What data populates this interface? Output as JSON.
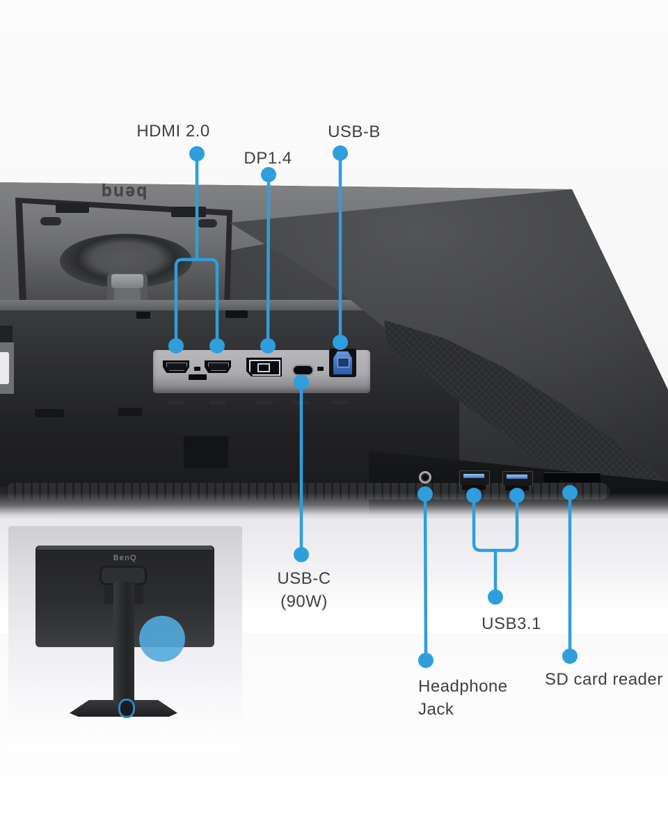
{
  "colors": {
    "callout_blue": "#2f9edd",
    "label_text": "#3f4044",
    "usb_b_port_blue": "#4577c4",
    "highlight_circle_blue": "#53aadb"
  },
  "callouts": {
    "hdmi": {
      "label": "HDMI 2.0"
    },
    "dp": {
      "label": "DP1.4"
    },
    "usb_b": {
      "label": "USB-B"
    },
    "usb_c": {
      "line1": "USB-C",
      "line2": "(90W)"
    },
    "usb31": {
      "label": "USB3.1"
    },
    "headphone": {
      "line1": "Headphone",
      "line2": "Jack"
    },
    "sd": {
      "label": "SD card reader"
    }
  },
  "monitor": {
    "rear_logo": "benq",
    "io_panel_ports": [
      "hdmi-1",
      "hdmi-2",
      "displayport",
      "usb-c",
      "usb-b"
    ],
    "bottom_edge_ports": [
      "headphone-jack",
      "usb-a-1",
      "usb-a-2",
      "sd-card-slot"
    ]
  },
  "inset": {
    "logo": "BenQ"
  }
}
